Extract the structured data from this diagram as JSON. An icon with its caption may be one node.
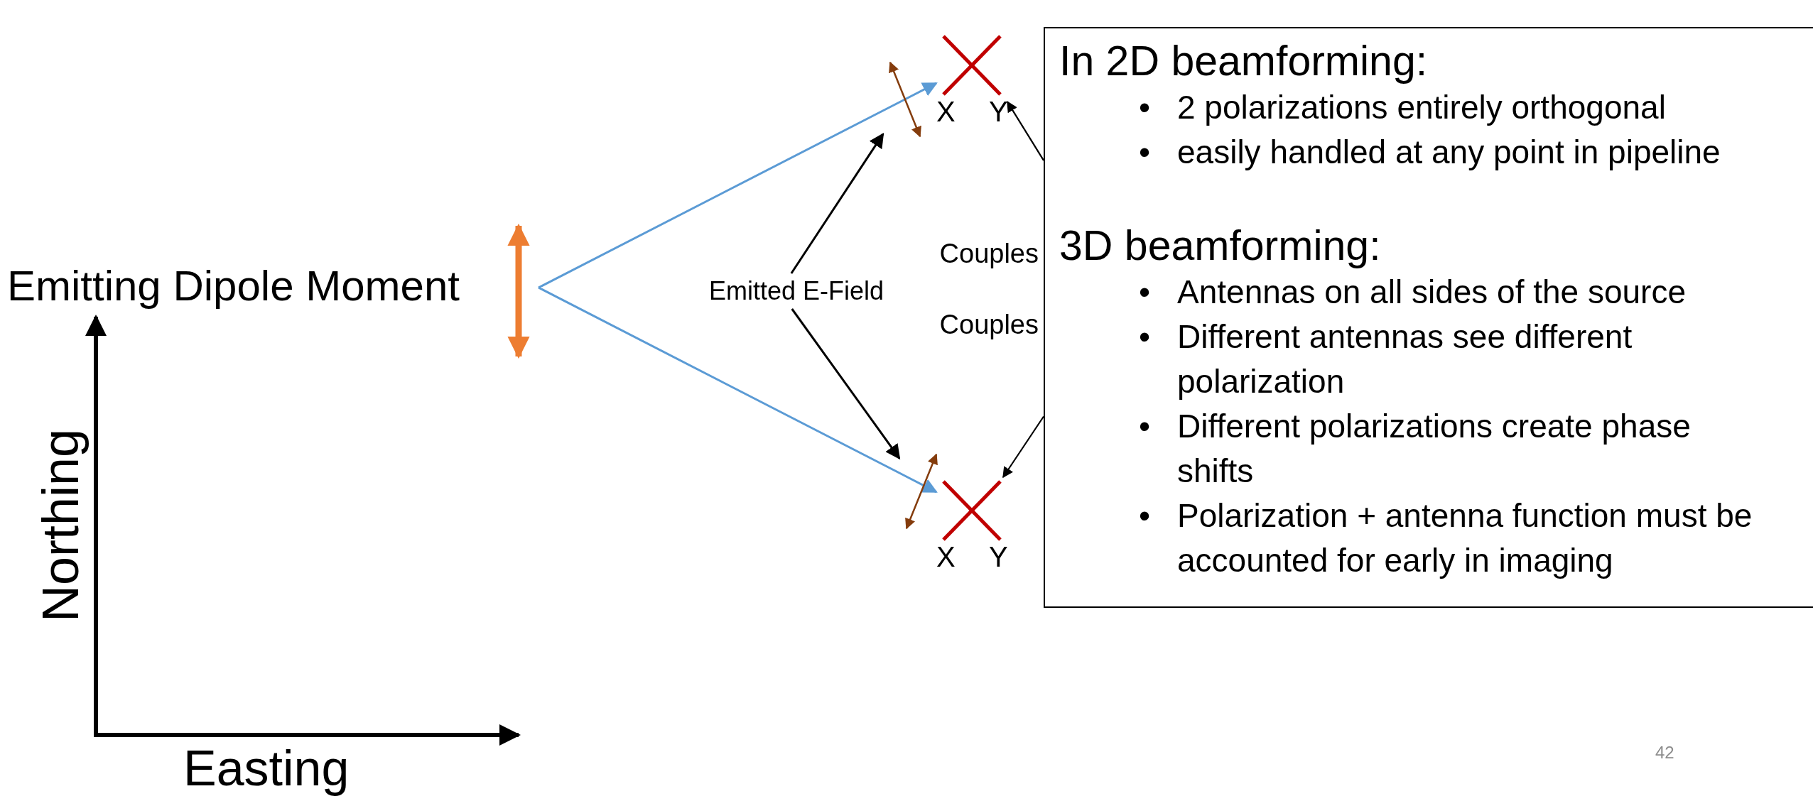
{
  "diagram": {
    "nodes": [
      {
        "text": [
          "Emitting Dipole Moment"
        ]
      },
      {
        "text": [
          "Emitted E-Field"
        ]
      },
      {
        "text": [],
        "shape": "arrow"
      },
      {
        "text": [
          "X",
          "Y"
        ]
      },
      {
        "text": [],
        "shape": "arrow"
      },
      {
        "text": [
          "X",
          "Y"
        ]
      },
      {
        "text": [
          "In 2D beamforming:",
          "•",
          "2 polarizations entirely orthogonal",
          "•",
          "easily handled at any point in pipeline",
          "3D beamforming:",
          "•",
          "Antennas on all sides of the source",
          "•",
          "Different antennas see different polarization",
          "•",
          "Different polarizations create phase shifts",
          "•",
          "Polarization + antenna function must be accounted for early in imaging"
        ]
      }
    ],
    "edges": [
      {
        "from": null,
        "to": 3,
        "arrow": "to",
        "color": "#5b9bd5"
      },
      {
        "from": null,
        "to": 5,
        "arrow": "to",
        "color": "#5b9bd5"
      },
      {
        "from": 1,
        "to": 2,
        "arrow": "to"
      },
      {
        "from": 1,
        "to": 4,
        "arrow": "to"
      },
      {
        "from": 6,
        "to": 3,
        "arrow": "to"
      },
      {
        "from": 6,
        "to": 5,
        "arrow": "to"
      }
    ],
    "labels": [
      "Couples",
      "Couples",
      "Northing",
      "Easting",
      "42"
    ]
  }
}
